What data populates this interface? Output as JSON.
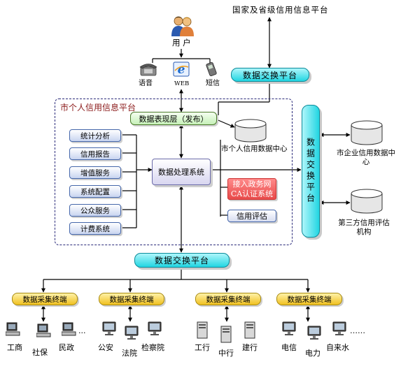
{
  "top_right_label": "国家及省级信用信息平台",
  "users": {
    "label": "用  户"
  },
  "channels": [
    {
      "label": "语音",
      "icon": "phone-icon"
    },
    {
      "label": "WEB",
      "icon": "web-icon"
    },
    {
      "label": "短信",
      "icon": "mobile-icon"
    }
  ],
  "top_exchange": {
    "label": "数据交换平台"
  },
  "municipal_platform": {
    "title": "市个人信用信息平台",
    "presentation_layer": "数据表现层（发布）",
    "processing": "数据处理系统",
    "services": [
      "统计分析",
      "信用报告",
      "增值服务",
      "系统配置",
      "公众服务",
      "计费系统"
    ],
    "personal_db": "市个人信用数据中心",
    "ca_system": "接入政务网CA认证系统",
    "credit_eval": "信用评估"
  },
  "right_exchange": {
    "label": "数据交换平台"
  },
  "enterprise_db": {
    "label": "市企业信用数据中心"
  },
  "third_party": {
    "label": "第三方信用评估机构"
  },
  "bottom_exchange": {
    "label": "数据交换平台"
  },
  "terminals": [
    {
      "label": "数据采集终端",
      "sources": [
        "工商",
        "社保",
        "民政"
      ],
      "more": "..."
    },
    {
      "label": "数据采集终端",
      "sources": [
        "公安",
        "法院",
        "检察院"
      ]
    },
    {
      "label": "数据采集终端",
      "sources": [
        "工行",
        "中行",
        "建行"
      ]
    },
    {
      "label": "数据采集终端",
      "sources": [
        "电信",
        "电力",
        "自来水"
      ]
    }
  ],
  "ellipsis_right": "……",
  "colors": {
    "exchange": "#22d6e2",
    "terminal": "#f0c020",
    "frame": "#2a2a7a",
    "title": "#8b1a1a",
    "ca": "#e84a4a"
  }
}
